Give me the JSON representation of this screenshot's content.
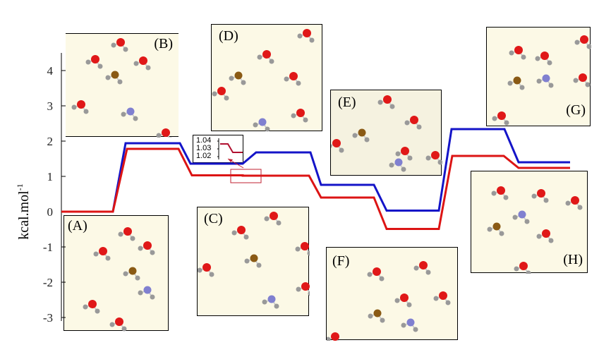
{
  "chart_data": {
    "type": "line",
    "title": "",
    "xlabel": "",
    "ylabel": "kcal.mol",
    "ylabel_superscript": "-1",
    "ylim": [
      -3,
      4.5
    ],
    "yticks": [
      "4",
      "3",
      "2",
      "1",
      "0",
      "-1",
      "-2",
      "-3"
    ],
    "ytick_values": [
      4,
      3,
      2,
      1,
      0,
      -1,
      -2,
      -3
    ],
    "categories": [
      "A",
      "B",
      "C",
      "D",
      "E",
      "F",
      "G",
      "H"
    ],
    "series": [
      {
        "name": "blue-path",
        "color": "#1414c8",
        "values": [
          0.0,
          1.94,
          1.36,
          1.68,
          0.76,
          0.03,
          2.34,
          1.4
        ]
      },
      {
        "name": "red-path",
        "color": "#dc1414",
        "values": [
          0.0,
          1.78,
          1.03,
          1.02,
          0.4,
          -0.49,
          1.58,
          1.24
        ]
      }
    ],
    "inset": {
      "ticks": [
        "1.04",
        "1.03",
        "1.02"
      ],
      "note": "zoom of red level near C-D"
    },
    "panels": [
      {
        "id": "A",
        "label": "(A)"
      },
      {
        "id": "B",
        "label": "(B)"
      },
      {
        "id": "C",
        "label": "(C)"
      },
      {
        "id": "D",
        "label": "(D)"
      },
      {
        "id": "E",
        "label": "(E)"
      },
      {
        "id": "F",
        "label": "(F)"
      },
      {
        "id": "G",
        "label": "(G)"
      },
      {
        "id": "H",
        "label": "(H)"
      }
    ],
    "grid": false,
    "legend": "none"
  }
}
